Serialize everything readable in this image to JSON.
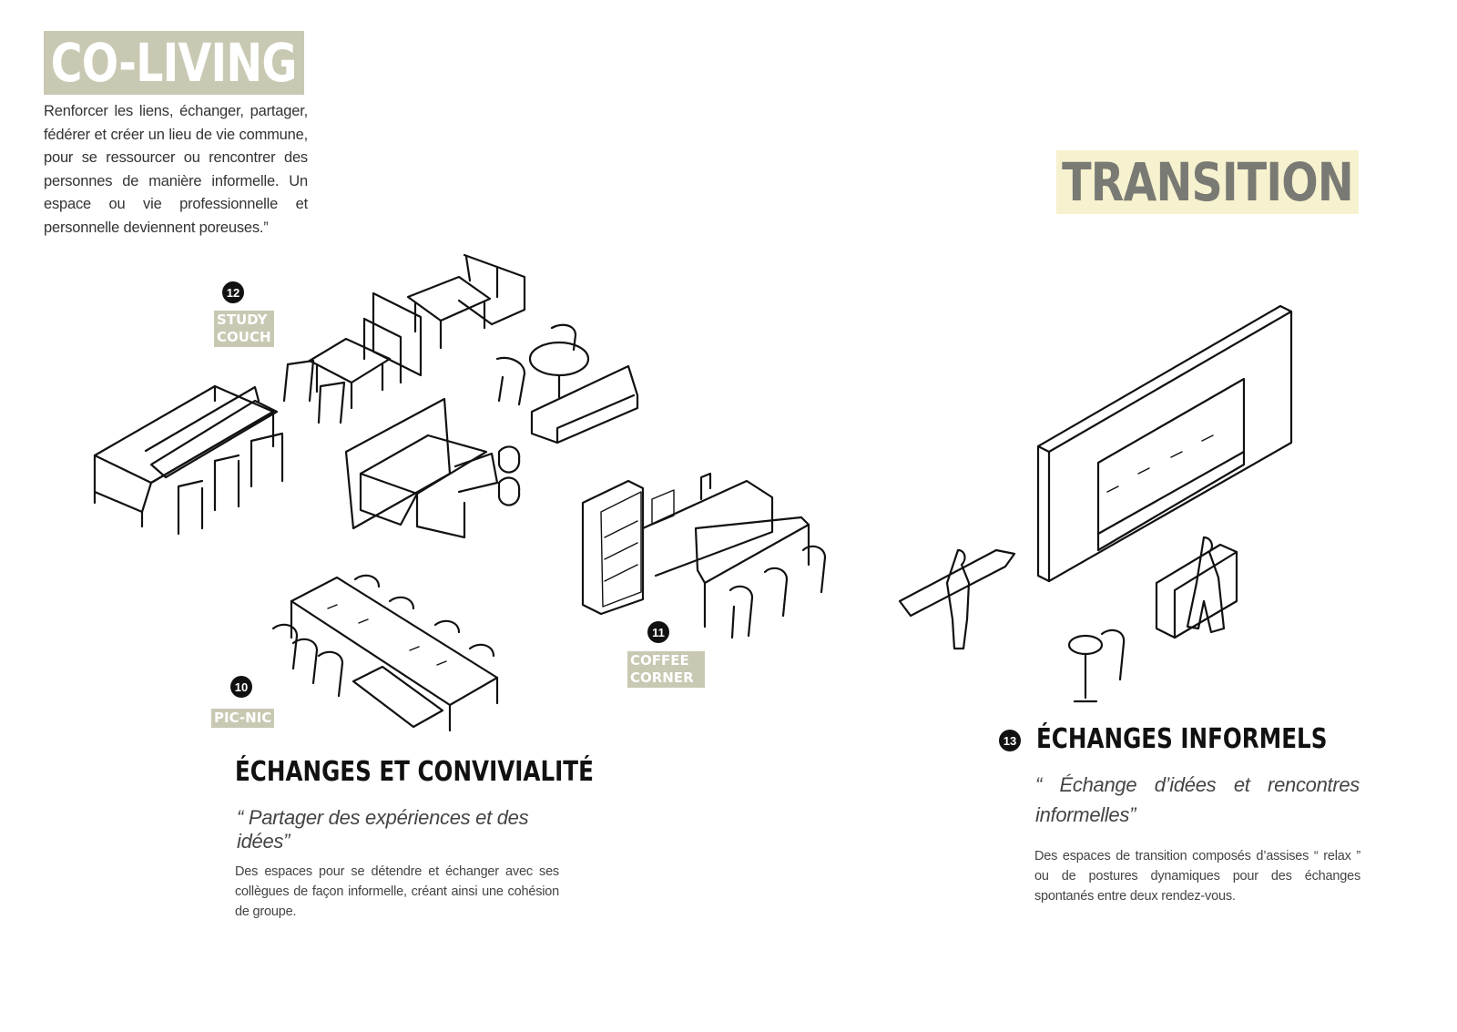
{
  "colors": {
    "coliving_title_bg": "#c9c8b2",
    "transition_title_bg": "#f6f2cf",
    "tag_bg": "#c9c8b2",
    "badge_bg": "#111111"
  },
  "coliving": {
    "title": "CO-LIVING",
    "text": "Renforcer les liens, échanger, partager, fédérer et créer un lieu de vie commune, pour se ressourcer ou rencontrer des personnes de manière informelle. Un espace ou vie professionnelle et personnelle deviennent poreuses.”"
  },
  "transition": {
    "title": "TRANSITION"
  },
  "zones": {
    "study_couch": {
      "number": "12",
      "line1": "STUDY",
      "line2": "COUCH"
    },
    "coffee_corner": {
      "number": "11",
      "line1": "COFFEE",
      "line2": "CORNER"
    },
    "pic_nic": {
      "number": "10",
      "label": "PIC-NIC"
    }
  },
  "echanges_convivialite": {
    "heading": "ÉCHANGES ET CONVIVIALITÉ",
    "quote": "“ Partager des expériences et des idées”",
    "text": "Des espaces pour se détendre et échanger avec ses collègues de façon informelle, créant ainsi une cohésion de groupe."
  },
  "echanges_informels": {
    "number": "13",
    "heading": "ÉCHANGES INFORMELS",
    "quote": "“ Échange d’idées et rencontres informelles”",
    "text": "Des espaces de transition composés d’assises “ relax ” ou de postures dynamiques pour des échanges spontanés entre deux rendez-vous."
  },
  "icons": [
    "furniture-sketch-illustration"
  ]
}
